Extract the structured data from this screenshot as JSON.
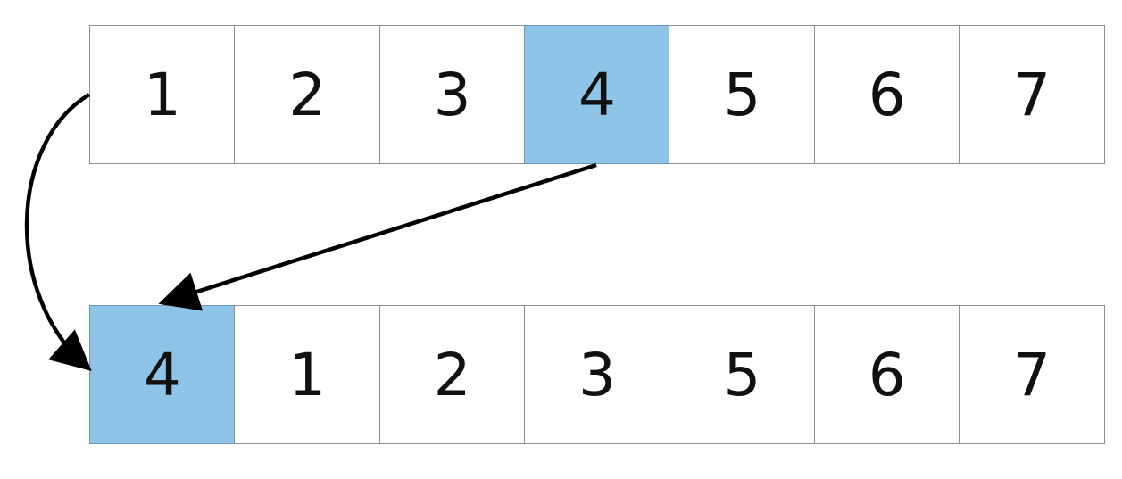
{
  "top_row": [
    "1",
    "2",
    "3",
    "4",
    "5",
    "6",
    "7"
  ],
  "bottom_row": [
    "4",
    "1",
    "2",
    "3",
    "5",
    "6",
    "7"
  ],
  "highlight_index_top": 3,
  "highlight_index_bottom": 0,
  "colors": {
    "highlight": "#8ec4e8",
    "cell_border": "#8f8f8f",
    "arrow": "#000000"
  }
}
